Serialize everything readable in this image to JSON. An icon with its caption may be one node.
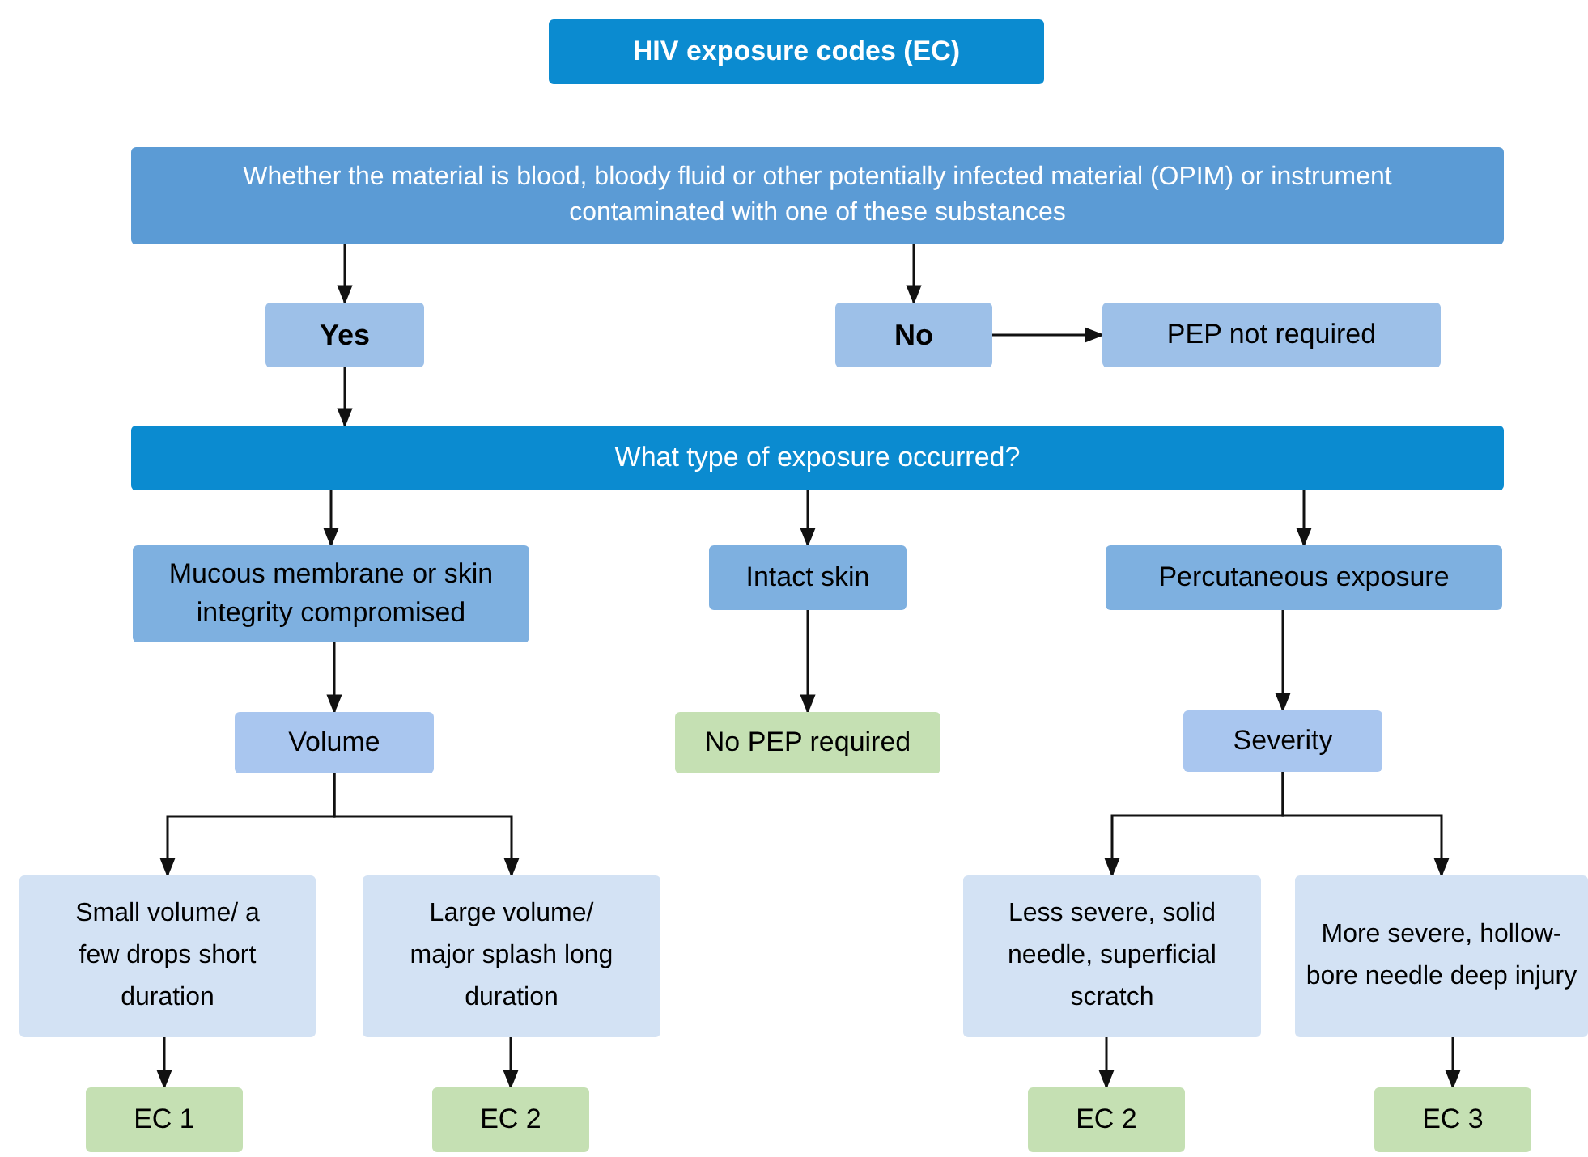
{
  "diagram": {
    "nodes": [
      {
        "text": [
          "HIV exposure codes (EC)"
        ]
      },
      {
        "text": [
          "Whether the material is blood, bloody fluid or other potentially infected material (OPIM) or instrument contaminated with one of these substances"
        ]
      },
      {
        "text": [
          "Yes"
        ]
      },
      {
        "text": [
          "No"
        ]
      },
      {
        "text": [
          "PEP not required"
        ]
      },
      {
        "text": [
          "What type of exposure occurred?"
        ]
      },
      {
        "text": [
          "Mucous membrane or skin integrity compromised"
        ]
      },
      {
        "text": [
          "Intact skin"
        ]
      },
      {
        "text": [
          "Percutaneous exposure"
        ]
      },
      {
        "text": [
          "Volume"
        ]
      },
      {
        "text": [
          "No PEP required"
        ]
      },
      {
        "text": [
          "Severity"
        ]
      },
      {
        "text": [
          "Small volume/ a few drops short duration"
        ]
      },
      {
        "text": [
          "Large volume/ major splash long duration"
        ]
      },
      {
        "text": [
          "Less severe, solid needle, superficial scratch"
        ]
      },
      {
        "text": [
          "More severe, hollow-bore needle deep injury"
        ]
      },
      {
        "text": [
          "EC 1"
        ]
      },
      {
        "text": [
          "EC 2"
        ]
      },
      {
        "text": [
          "EC 2"
        ]
      },
      {
        "text": [
          "EC 3"
        ]
      }
    ],
    "edges": [
      {
        "from": 1,
        "to": 2,
        "arrow": "to"
      },
      {
        "from": 1,
        "to": 3,
        "arrow": "to"
      },
      {
        "from": 3,
        "to": 4,
        "arrow": "to"
      },
      {
        "from": 2,
        "to": 5,
        "arrow": "to"
      },
      {
        "from": 5,
        "to": 6,
        "arrow": "to"
      },
      {
        "from": 5,
        "to": 7,
        "arrow": "to"
      },
      {
        "from": 5,
        "to": 8,
        "arrow": "to"
      },
      {
        "from": 6,
        "to": 9,
        "arrow": "to"
      },
      {
        "from": 7,
        "to": 10,
        "arrow": "to"
      },
      {
        "from": 8,
        "to": 11,
        "arrow": "to"
      },
      {
        "from": 9,
        "to": 12,
        "arrow": "to"
      },
      {
        "from": 9,
        "to": 13,
        "arrow": "to"
      },
      {
        "from": 11,
        "to": 14,
        "arrow": "to"
      },
      {
        "from": 11,
        "to": 15,
        "arrow": "to"
      },
      {
        "from": 12,
        "to": 16,
        "arrow": "to"
      },
      {
        "from": 13,
        "to": 17,
        "arrow": "to"
      },
      {
        "from": 14,
        "to": 18,
        "arrow": "to"
      },
      {
        "from": 15,
        "to": 19,
        "arrow": "to"
      }
    ]
  }
}
